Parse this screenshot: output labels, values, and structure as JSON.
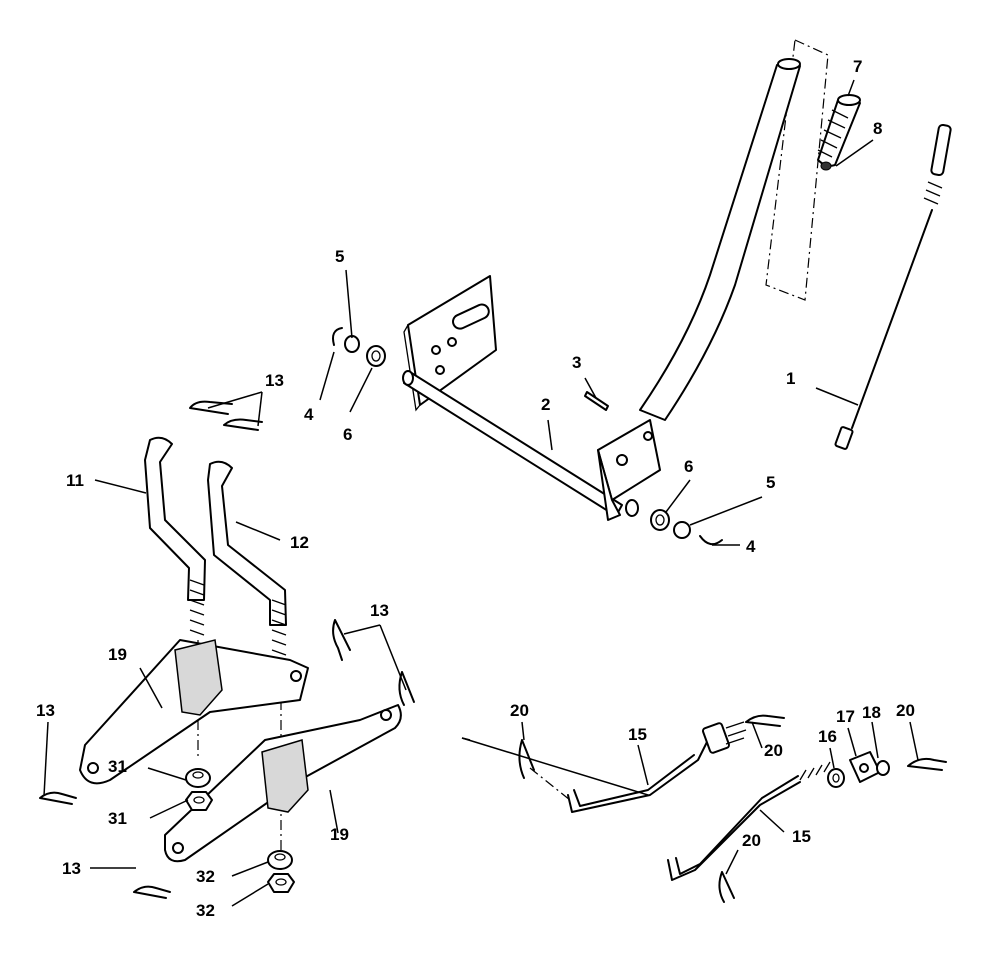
{
  "callouts": [
    {
      "id": "c1",
      "text": "1"
    },
    {
      "id": "c2",
      "text": "2"
    },
    {
      "id": "c3",
      "text": "3"
    },
    {
      "id": "c4a",
      "text": "4"
    },
    {
      "id": "c4b",
      "text": "4"
    },
    {
      "id": "c5a",
      "text": "5"
    },
    {
      "id": "c5b",
      "text": "5"
    },
    {
      "id": "c6a",
      "text": "6"
    },
    {
      "id": "c6b",
      "text": "6"
    },
    {
      "id": "c7",
      "text": "7"
    },
    {
      "id": "c8",
      "text": "8"
    },
    {
      "id": "c11",
      "text": "11"
    },
    {
      "id": "c12",
      "text": "12"
    },
    {
      "id": "c13a",
      "text": "13"
    },
    {
      "id": "c13b",
      "text": "13"
    },
    {
      "id": "c13c",
      "text": "13"
    },
    {
      "id": "c13d",
      "text": "13"
    },
    {
      "id": "c15a",
      "text": "15"
    },
    {
      "id": "c15b",
      "text": "15"
    },
    {
      "id": "c16",
      "text": "16"
    },
    {
      "id": "c17",
      "text": "17"
    },
    {
      "id": "c18",
      "text": "18"
    },
    {
      "id": "c19a",
      "text": "19"
    },
    {
      "id": "c19b",
      "text": "19"
    },
    {
      "id": "c20a",
      "text": "20"
    },
    {
      "id": "c20b",
      "text": "20"
    },
    {
      "id": "c20c",
      "text": "20"
    },
    {
      "id": "c20d",
      "text": "20"
    },
    {
      "id": "c31a",
      "text": "31"
    },
    {
      "id": "c31b",
      "text": "31"
    },
    {
      "id": "c32a",
      "text": "32"
    },
    {
      "id": "c32b",
      "text": "32"
    }
  ]
}
